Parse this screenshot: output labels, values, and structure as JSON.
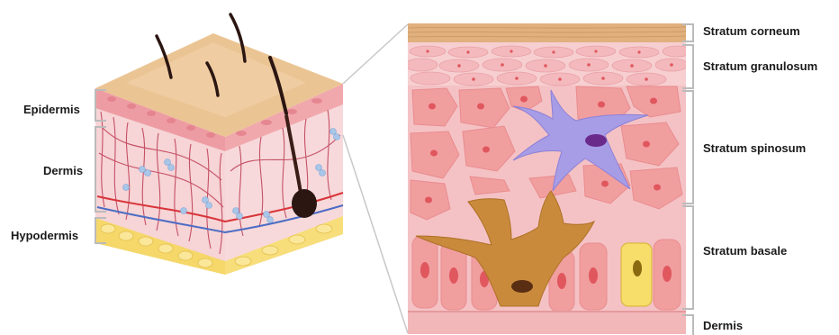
{
  "diagram": {
    "left_labels": [
      {
        "id": "epidermis",
        "text": "Epidermis"
      },
      {
        "id": "dermis",
        "text": "Dermis"
      },
      {
        "id": "hypodermis",
        "text": "Hypodermis"
      }
    ],
    "right_labels": [
      {
        "id": "stratum-corneum",
        "text": "Stratum corneum"
      },
      {
        "id": "stratum-granulosum",
        "text": "Stratum granulosum"
      },
      {
        "id": "stratum-spinosum",
        "text": "Stratum spinosum"
      },
      {
        "id": "stratum-basale",
        "text": "Stratum basale"
      },
      {
        "id": "dermis-detail",
        "text": "Dermis"
      }
    ],
    "colors": {
      "skin_top": "#e8c195",
      "epidermis_pink": "#eea3a8",
      "dermis_pink": "#f6d2d4",
      "fat_yellow": "#f5d76a",
      "corneum_tan": "#e0b07e",
      "cell_pink": "#f19e9f",
      "nucleus_red": "#e0575e",
      "langerhans_purple": "#a79ce6",
      "melanocyte_brown": "#c98a3c",
      "merkel_yellow": "#f7dd6a",
      "hair_dark": "#2b1612",
      "vessel_red": "#d8343a",
      "vessel_blue": "#4d6dc4",
      "nerve_lightblue": "#a8c6e8"
    }
  }
}
